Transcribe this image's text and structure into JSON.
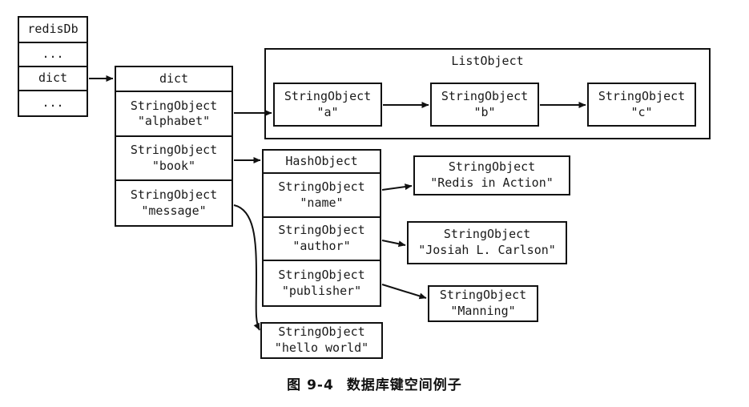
{
  "figure": {
    "caption_number": "图 9-4",
    "caption_text": "数据库键空间例子",
    "colors": {
      "stroke": "#111111",
      "background": "#ffffff",
      "text": "#1a1a1a"
    }
  },
  "redis_db": {
    "title": "redisDb",
    "rows": [
      {
        "label": "..."
      },
      {
        "label": "dict"
      },
      {
        "label": "..."
      }
    ]
  },
  "key_space": {
    "title": "dict",
    "entries": [
      {
        "type": "StringObject",
        "value": "\"alphabet\""
      },
      {
        "type": "StringObject",
        "value": "\"book\""
      },
      {
        "type": "StringObject",
        "value": "\"message\""
      }
    ]
  },
  "list_object": {
    "title": "ListObject",
    "nodes": [
      {
        "type": "StringObject",
        "value": "\"a\""
      },
      {
        "type": "StringObject",
        "value": "\"b\""
      },
      {
        "type": "StringObject",
        "value": "\"c\""
      }
    ]
  },
  "hash_object": {
    "title": "HashObject",
    "fields": [
      {
        "type": "StringObject",
        "value": "\"name\""
      },
      {
        "type": "StringObject",
        "value": "\"author\""
      },
      {
        "type": "StringObject",
        "value": "\"publisher\""
      }
    ],
    "values": [
      {
        "type": "StringObject",
        "value": "\"Redis in Action\""
      },
      {
        "type": "StringObject",
        "value": "\"Josiah L. Carlson\""
      },
      {
        "type": "StringObject",
        "value": "\"Manning\""
      }
    ]
  },
  "message_value": {
    "type": "StringObject",
    "value": "\"hello world\""
  }
}
